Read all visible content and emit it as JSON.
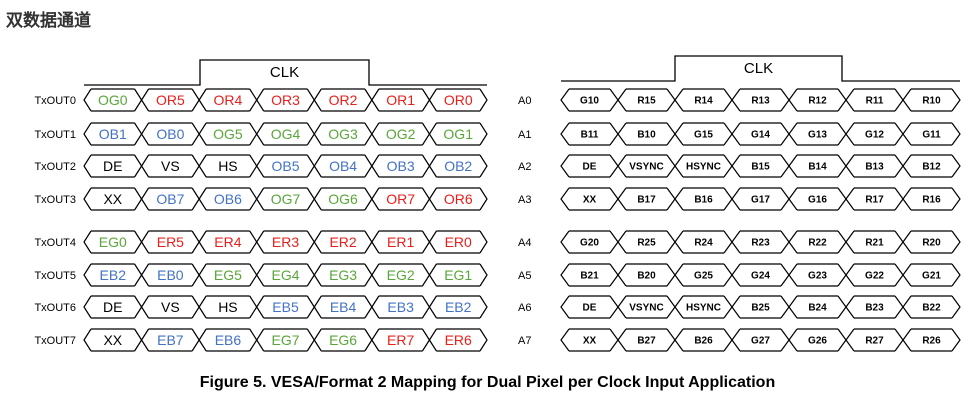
{
  "heading": "双数据通道",
  "caption": "Figure 5. VESA/Format 2 Mapping for Dual Pixel per Clock Input Application",
  "colors": {
    "green": "#5aa63a",
    "red": "#e8201c",
    "blue": "#4472c4",
    "black": "#000000"
  },
  "left_panel": {
    "clk_label": "CLK",
    "rows": [
      {
        "label": "TxOUT0",
        "cells": [
          {
            "t": "OG0",
            "c": "green"
          },
          {
            "t": "OR5",
            "c": "red"
          },
          {
            "t": "OR4",
            "c": "red"
          },
          {
            "t": "OR3",
            "c": "red"
          },
          {
            "t": "OR2",
            "c": "red"
          },
          {
            "t": "OR1",
            "c": "red"
          },
          {
            "t": "OR0",
            "c": "red"
          }
        ]
      },
      {
        "label": "TxOUT1",
        "cells": [
          {
            "t": "OB1",
            "c": "blue"
          },
          {
            "t": "OB0",
            "c": "blue"
          },
          {
            "t": "OG5",
            "c": "green"
          },
          {
            "t": "OG4",
            "c": "green"
          },
          {
            "t": "OG3",
            "c": "green"
          },
          {
            "t": "OG2",
            "c": "green"
          },
          {
            "t": "OG1",
            "c": "green"
          }
        ]
      },
      {
        "label": "TxOUT2",
        "cells": [
          {
            "t": "DE",
            "c": "black"
          },
          {
            "t": "VS",
            "c": "black"
          },
          {
            "t": "HS",
            "c": "black"
          },
          {
            "t": "OB5",
            "c": "blue"
          },
          {
            "t": "OB4",
            "c": "blue"
          },
          {
            "t": "OB3",
            "c": "blue"
          },
          {
            "t": "OB2",
            "c": "blue"
          }
        ]
      },
      {
        "label": "TxOUT3",
        "cells": [
          {
            "t": "XX",
            "c": "black"
          },
          {
            "t": "OB7",
            "c": "blue"
          },
          {
            "t": "OB6",
            "c": "blue"
          },
          {
            "t": "OG7",
            "c": "green"
          },
          {
            "t": "OG6",
            "c": "green"
          },
          {
            "t": "OR7",
            "c": "red"
          },
          {
            "t": "OR6",
            "c": "red"
          }
        ]
      },
      {
        "label": "TxOUT4",
        "cells": [
          {
            "t": "EG0",
            "c": "green"
          },
          {
            "t": "ER5",
            "c": "red"
          },
          {
            "t": "ER4",
            "c": "red"
          },
          {
            "t": "ER3",
            "c": "red"
          },
          {
            "t": "ER2",
            "c": "red"
          },
          {
            "t": "ER1",
            "c": "red"
          },
          {
            "t": "ER0",
            "c": "red"
          }
        ]
      },
      {
        "label": "TxOUT5",
        "cells": [
          {
            "t": "EB2",
            "c": "blue"
          },
          {
            "t": "EB0",
            "c": "blue"
          },
          {
            "t": "EG5",
            "c": "green"
          },
          {
            "t": "EG4",
            "c": "green"
          },
          {
            "t": "EG3",
            "c": "green"
          },
          {
            "t": "EG2",
            "c": "green"
          },
          {
            "t": "EG1",
            "c": "green"
          }
        ]
      },
      {
        "label": "TxOUT6",
        "cells": [
          {
            "t": "DE",
            "c": "black"
          },
          {
            "t": "VS",
            "c": "black"
          },
          {
            "t": "HS",
            "c": "black"
          },
          {
            "t": "EB5",
            "c": "blue"
          },
          {
            "t": "EB4",
            "c": "blue"
          },
          {
            "t": "EB3",
            "c": "blue"
          },
          {
            "t": "EB2",
            "c": "blue"
          }
        ]
      },
      {
        "label": "TxOUT7",
        "cells": [
          {
            "t": "XX",
            "c": "black"
          },
          {
            "t": "EB7",
            "c": "blue"
          },
          {
            "t": "EB6",
            "c": "blue"
          },
          {
            "t": "EG7",
            "c": "green"
          },
          {
            "t": "EG6",
            "c": "green"
          },
          {
            "t": "ER7",
            "c": "red"
          },
          {
            "t": "ER6",
            "c": "red"
          }
        ]
      }
    ]
  },
  "right_panel": {
    "clk_label": "CLK",
    "rows": [
      {
        "label": "A0",
        "cells": [
          "G10",
          "R15",
          "R14",
          "R13",
          "R12",
          "R11",
          "R10"
        ]
      },
      {
        "label": "A1",
        "cells": [
          "B11",
          "B10",
          "G15",
          "G14",
          "G13",
          "G12",
          "G11"
        ]
      },
      {
        "label": "A2",
        "cells": [
          "DE",
          "VSYNC",
          "HSYNC",
          "B15",
          "B14",
          "B13",
          "B12"
        ]
      },
      {
        "label": "A3",
        "cells": [
          "XX",
          "B17",
          "B16",
          "G17",
          "G16",
          "R17",
          "R16"
        ]
      },
      {
        "label": "A4",
        "cells": [
          "G20",
          "R25",
          "R24",
          "R23",
          "R22",
          "R21",
          "R20"
        ]
      },
      {
        "label": "A5",
        "cells": [
          "B21",
          "B20",
          "G25",
          "G24",
          "G23",
          "G22",
          "G21"
        ]
      },
      {
        "label": "A6",
        "cells": [
          "DE",
          "VSYNC",
          "HSYNC",
          "B25",
          "B24",
          "B23",
          "B22"
        ]
      },
      {
        "label": "A7",
        "cells": [
          "XX",
          "B27",
          "B26",
          "G27",
          "G26",
          "R27",
          "R26"
        ]
      }
    ]
  }
}
